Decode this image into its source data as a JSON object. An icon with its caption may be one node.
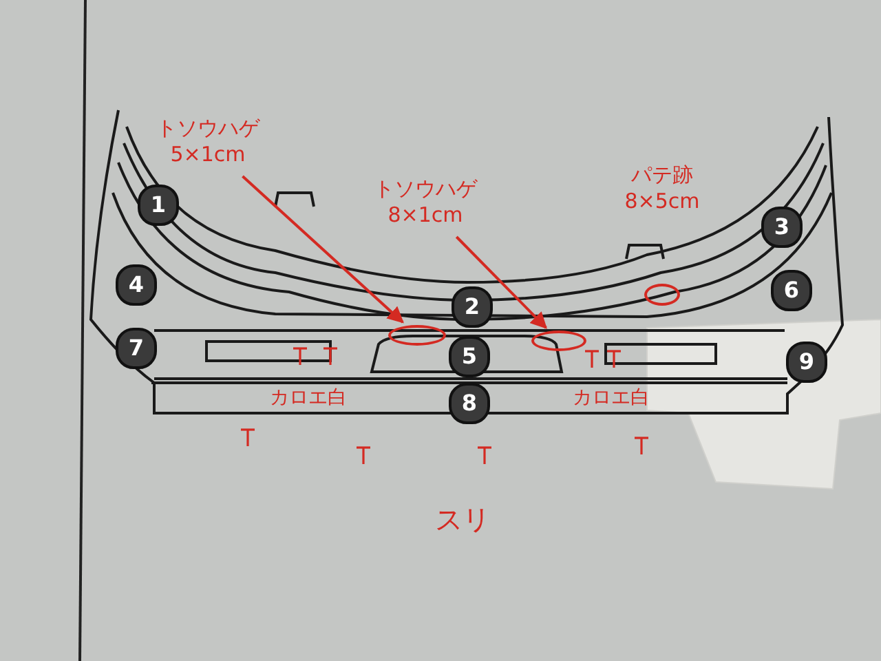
{
  "diagram": {
    "nodes": [
      {
        "text": [
          "トソウハゲ 5×1cm"
        ]
      },
      {
        "text": [],
        "shape": "oval"
      },
      {
        "text": [
          "トソウハゲ 8×1cm"
        ]
      },
      {
        "text": [],
        "shape": "oval"
      },
      {
        "text": [
          "パテ跡 8×5cm"
        ]
      },
      {
        "text": [],
        "shape": "oval"
      }
    ],
    "edges": [
      {
        "from": 0,
        "to": 1,
        "arrow": "to"
      },
      {
        "from": 2,
        "to": 3,
        "arrow": "to"
      }
    ],
    "labels": [
      "1",
      "3",
      "4",
      "6",
      "2",
      "7",
      "5",
      "9",
      "カロエ白",
      "8",
      "カロエ白",
      "スリ"
    ]
  }
}
